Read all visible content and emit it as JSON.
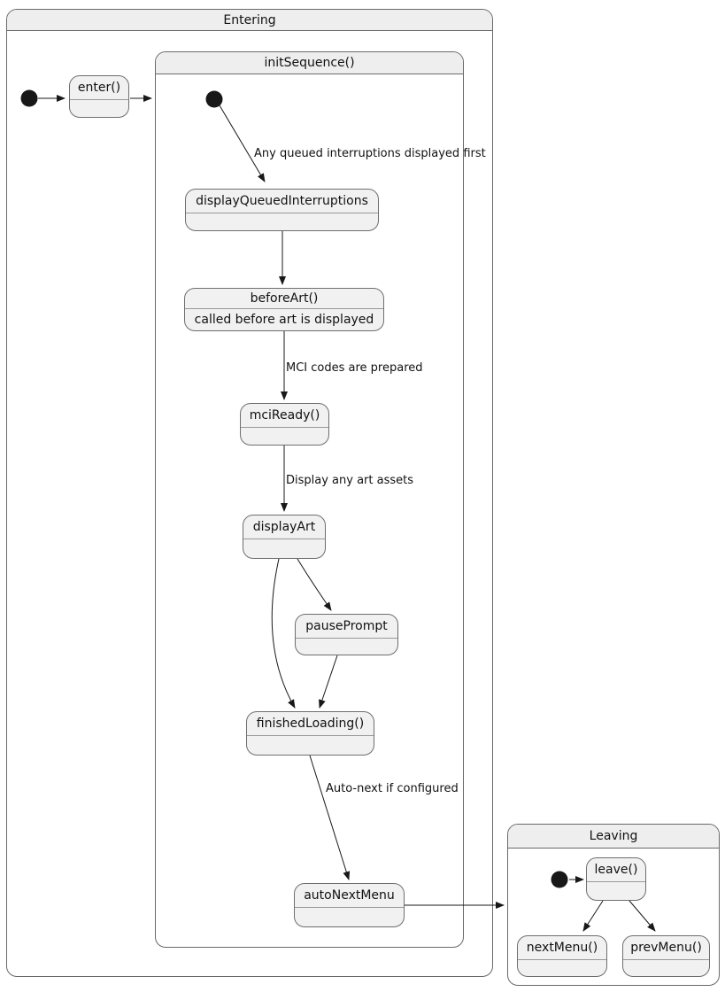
{
  "frames": {
    "entering": {
      "title": "Entering"
    },
    "init_sequence": {
      "title": "initSequence()"
    },
    "leaving": {
      "title": "Leaving"
    }
  },
  "states": {
    "enter": {
      "label": "enter()"
    },
    "display_queued_interruptions": {
      "label": "displayQueuedInterruptions"
    },
    "before_art": {
      "label": "beforeArt()",
      "description": "called before art is displayed"
    },
    "mci_ready": {
      "label": "mciReady()"
    },
    "display_art": {
      "label": "displayArt"
    },
    "pause_prompt": {
      "label": "pausePrompt"
    },
    "finished_loading": {
      "label": "finishedLoading()"
    },
    "auto_next_menu": {
      "label": "autoNextMenu"
    },
    "leave": {
      "label": "leave()"
    },
    "next_menu": {
      "label": "nextMenu()"
    },
    "prev_menu": {
      "label": "prevMenu()"
    }
  },
  "edge_labels": {
    "queued_interruptions": "Any queued interruptions displayed first",
    "mci_codes": "MCI codes are prepared",
    "display_art_assets": "Display any art assets",
    "auto_next": "Auto-next if configured"
  },
  "colors": {
    "state_fill": "#F1F1F1",
    "frame_title_fill": "#EEEEEE",
    "border": "#696969",
    "line": "#181818",
    "background": "#FFFFFF"
  }
}
